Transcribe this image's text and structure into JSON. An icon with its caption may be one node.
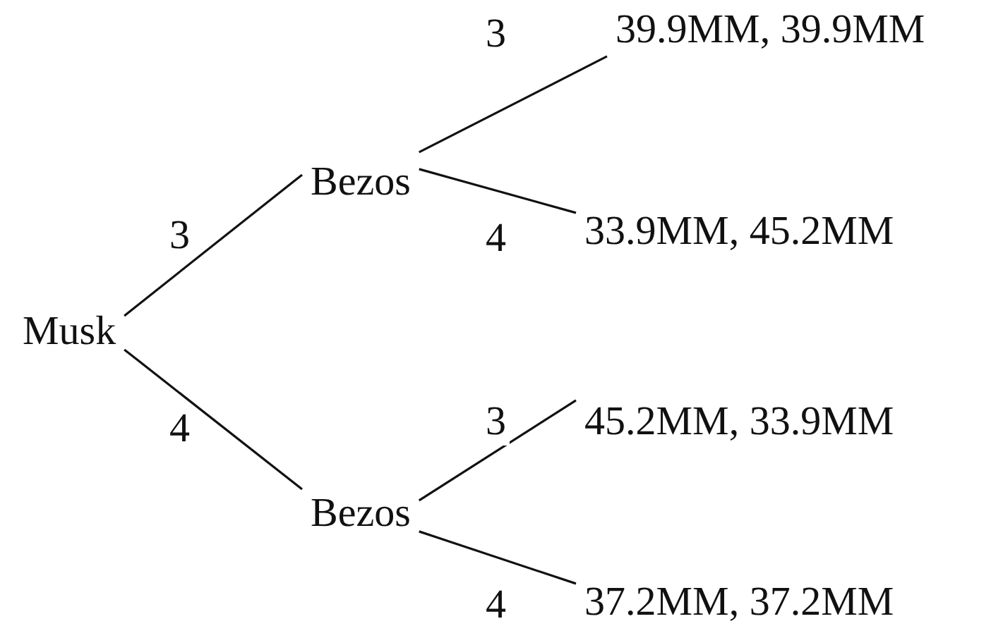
{
  "diagram": {
    "nodes": [
      {
        "text": [
          "Musk"
        ]
      },
      {
        "text": [
          "Bezos"
        ]
      },
      {
        "text": [
          "Bezos"
        ]
      },
      {
        "text": [
          "39.9MM, 39.9MM"
        ]
      },
      {
        "text": [
          "33.9MM, 45.2MM"
        ]
      },
      {
        "text": [
          "45.2MM, 33.9MM"
        ]
      },
      {
        "text": [
          "37.2MM, 37.2MM"
        ]
      }
    ],
    "edges": [
      {
        "from": 0,
        "to": 1,
        "arrow": "none",
        "label": "3"
      },
      {
        "from": 0,
        "to": 2,
        "arrow": "none",
        "label": "4"
      },
      {
        "from": 1,
        "to": 3,
        "arrow": "none",
        "label": "3"
      },
      {
        "from": 1,
        "to": 4,
        "arrow": "none",
        "label": "4"
      },
      {
        "from": 2,
        "to": 5,
        "arrow": "none",
        "label": "3"
      },
      {
        "from": 2,
        "to": 6,
        "arrow": "none",
        "label": "4"
      }
    ]
  }
}
